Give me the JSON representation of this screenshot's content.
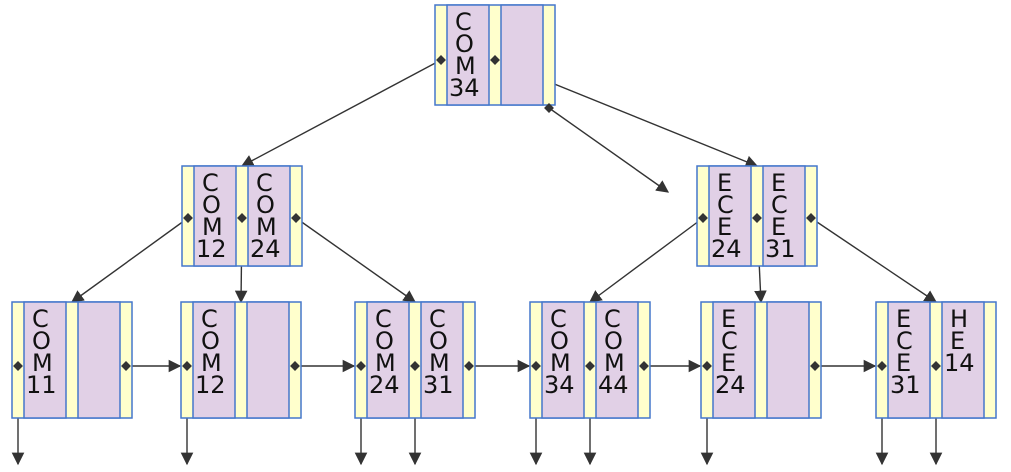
{
  "diagram": {
    "colors": {
      "node_fill": "#ffffcc",
      "key_fill": "#e1d0e6",
      "border": "#4477cc",
      "edge": "#333333"
    },
    "root": {
      "keys": [
        "COM34",
        ""
      ]
    },
    "internal": [
      {
        "keys": [
          "COM12",
          "COM24"
        ]
      },
      {
        "keys": [
          "ECE24",
          "ECE31"
        ]
      }
    ],
    "leaves": [
      {
        "keys": [
          "COM11",
          ""
        ]
      },
      {
        "keys": [
          "COM12",
          ""
        ]
      },
      {
        "keys": [
          "COM24",
          "COM31"
        ]
      },
      {
        "keys": [
          "COM34",
          "COM44"
        ]
      },
      {
        "keys": [
          "ECE24",
          ""
        ]
      },
      {
        "keys": [
          "ECE31",
          "HE14"
        ]
      }
    ]
  }
}
